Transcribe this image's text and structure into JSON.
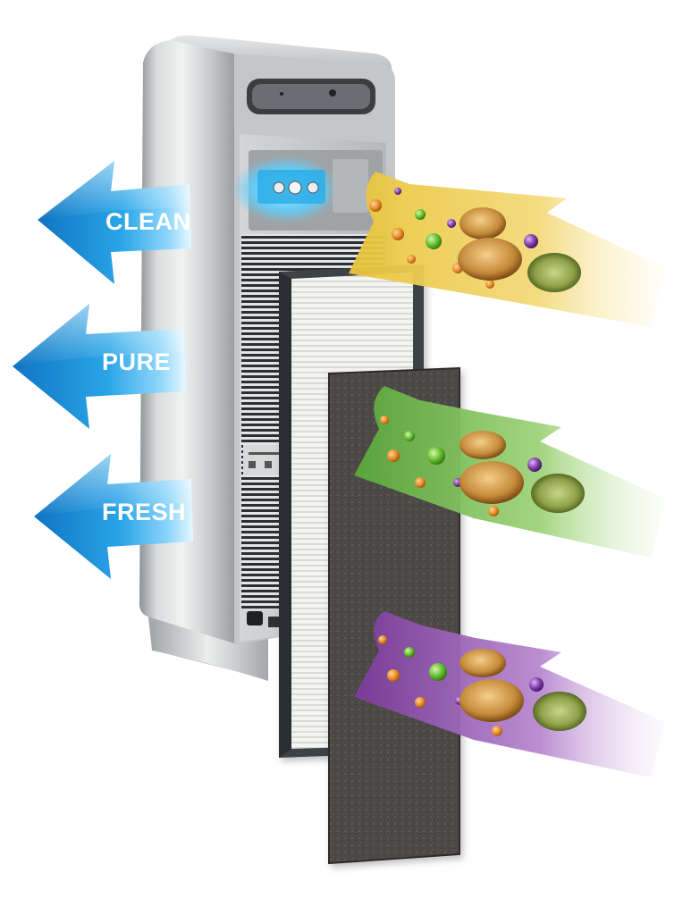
{
  "arrows": [
    {
      "label": "CLEAN"
    },
    {
      "label": "PURE"
    },
    {
      "label": "FRESH"
    }
  ],
  "streams": [
    {
      "color": "#f2d34a",
      "name": "yellow"
    },
    {
      "color": "#79c24a",
      "name": "green"
    },
    {
      "color": "#9a5bb5",
      "name": "purple"
    }
  ],
  "colors": {
    "arrow_blue": "#1d8fd6",
    "arrow_light": "#cfefff",
    "ionizer_glow": "#5fd0ff",
    "purifier_silver": "#c9cbcc",
    "carbon_filter": "#4a4644",
    "hepa_frame": "#3e4246"
  }
}
